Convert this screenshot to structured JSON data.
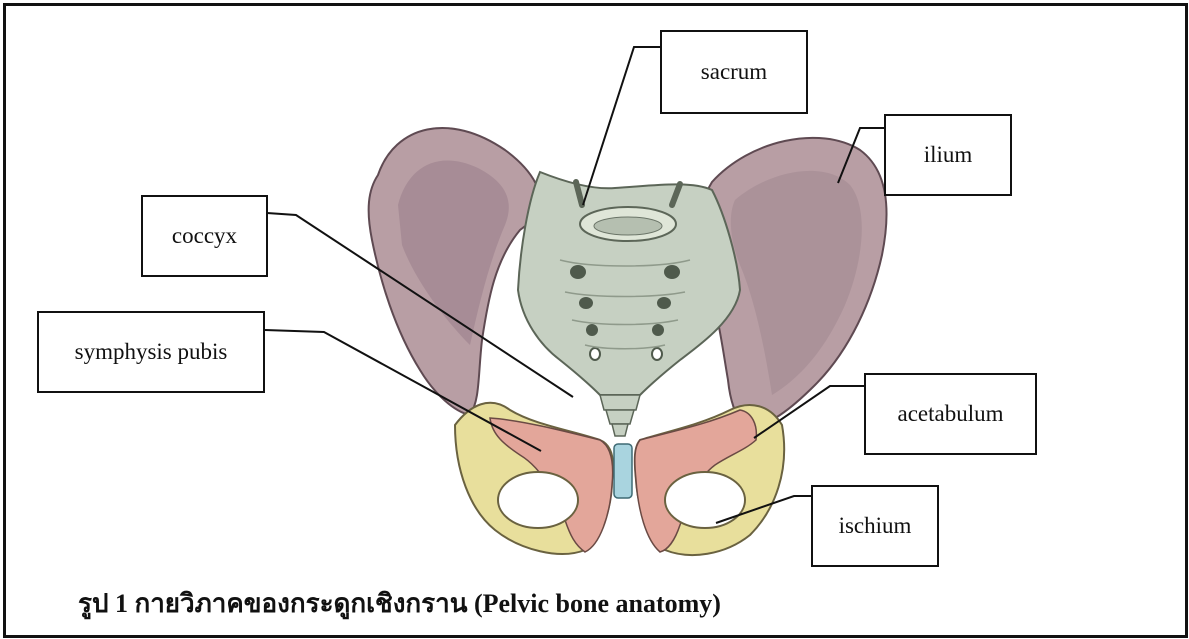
{
  "diagram": {
    "labels": {
      "sacrum": "sacrum",
      "ilium": "ilium",
      "coccyx": "coccyx",
      "symphysis_pubis": "symphysis pubis",
      "acetabulum": "acetabulum",
      "ischium": "ischium"
    },
    "caption": "รูป 1 กายวิภาคของกระดูกเชิงกราน (Pelvic bone anatomy)"
  },
  "colors": {
    "ilium": "#b89ea4",
    "ilium_inner": "#a78d96",
    "sacrum": "#c6d0c2",
    "pubis_pink": "#e3a69a",
    "ischium_yellow": "#e8df9c",
    "symphysis_blue": "#a9d4df"
  }
}
